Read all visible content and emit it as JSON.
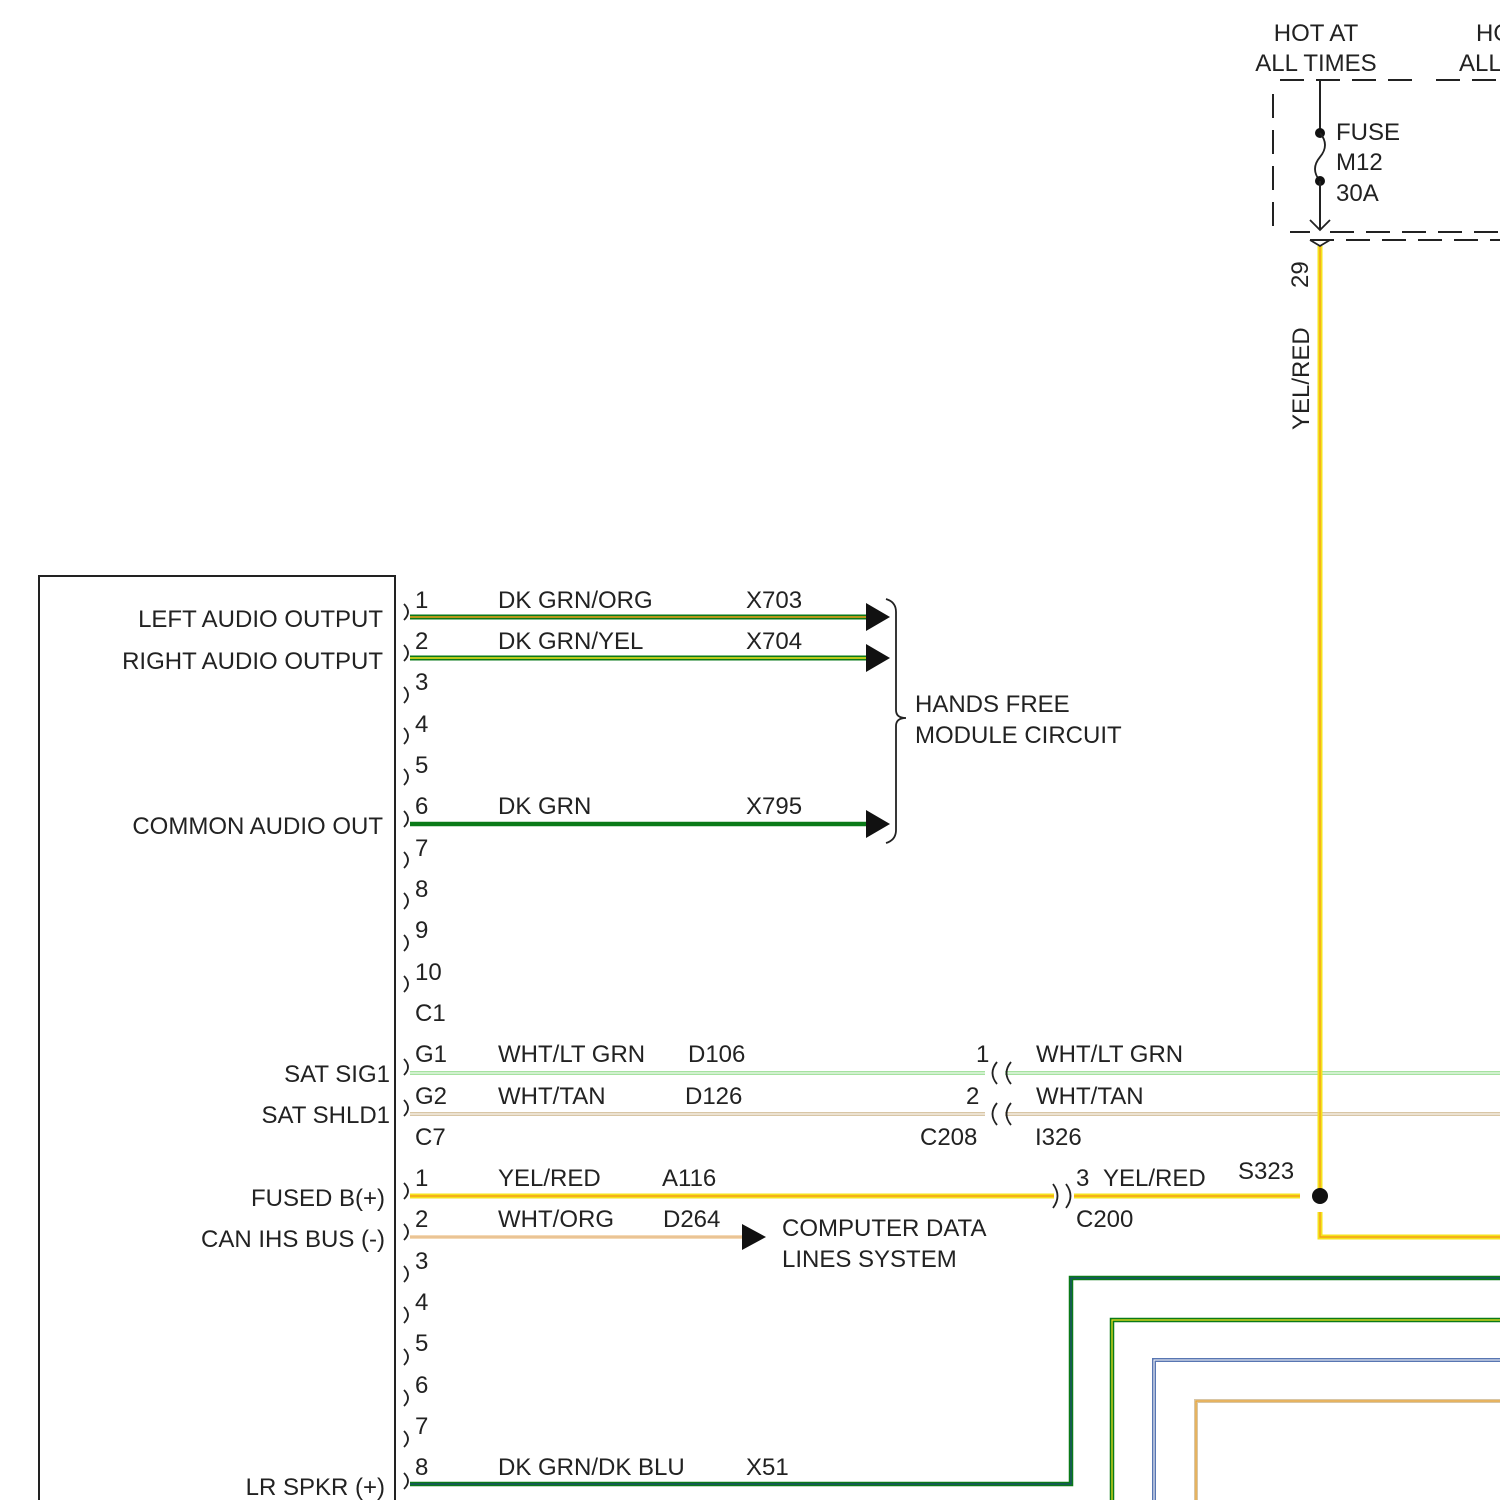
{
  "colors": {
    "dk_grn": "#0a7a18",
    "orange": "#f3a01a",
    "yellow": "#f5e31c",
    "lt_grn": "#a6e2a0",
    "tan": "#d8c6a6",
    "wht_org": "#f4d9b6",
    "blue": "#5876b2",
    "line": "#222222"
  },
  "module": {
    "pins_a": [
      {
        "pin": "1",
        "label": "LEFT AUDIO OUTPUT",
        "wire_color": "DK GRN/ORG",
        "circuit": "X703"
      },
      {
        "pin": "2",
        "label": "RIGHT AUDIO OUTPUT",
        "wire_color": "DK GRN/YEL",
        "circuit": "X704"
      },
      {
        "pin": "3"
      },
      {
        "pin": "4"
      },
      {
        "pin": "5"
      },
      {
        "pin": "6",
        "label": "COMMON AUDIO OUT",
        "wire_color": "DK GRN",
        "circuit": "X795"
      },
      {
        "pin": "7"
      },
      {
        "pin": "8"
      },
      {
        "pin": "9"
      },
      {
        "pin": "10"
      }
    ],
    "connector_a": "C1",
    "pins_g": [
      {
        "pin": "G1",
        "label": "SAT SIG1",
        "wire_color": "WHT/LT GRN",
        "circuit": "D106"
      },
      {
        "pin": "G2",
        "label": "SAT SHLD1",
        "wire_color": "WHT/TAN",
        "circuit": "D126"
      }
    ],
    "connector_g": "C7",
    "pins_b": [
      {
        "pin": "1",
        "label": "FUSED B(+)",
        "wire_color": "YEL/RED",
        "circuit": "A116"
      },
      {
        "pin": "2",
        "label": "CAN IHS BUS (-)",
        "wire_color": "WHT/ORG",
        "circuit": "D264"
      },
      {
        "pin": "3"
      },
      {
        "pin": "4"
      },
      {
        "pin": "5"
      },
      {
        "pin": "6"
      },
      {
        "pin": "7"
      },
      {
        "pin": "8",
        "label": "LR SPKR (+)",
        "wire_color": "DK GRN/DK BLU",
        "circuit": "X51"
      }
    ]
  },
  "hands_free": {
    "line1": "HANDS FREE",
    "line2": "MODULE CIRCUIT"
  },
  "c208": {
    "name": "C208",
    "inline_pin_1": "1",
    "inline_pin_2": "2",
    "wire_1": "WHT/LT GRN",
    "wire_2": "WHT/TAN",
    "ground_ref": "I326"
  },
  "computer_data": {
    "line1": "COMPUTER DATA",
    "line2": "LINES SYSTEM"
  },
  "c200": {
    "pin": "3",
    "wire": "YEL/RED",
    "name": "C200"
  },
  "splice": "S323",
  "power": {
    "header_line1": "HOT AT",
    "header_line2": "ALL TIMES",
    "header2_line1": "HO",
    "header2_line2": "ALL",
    "fuse_line1": "FUSE",
    "fuse_line2": "M12",
    "fuse_line3": "30A",
    "pin": "29",
    "wire": "YEL/RED"
  }
}
